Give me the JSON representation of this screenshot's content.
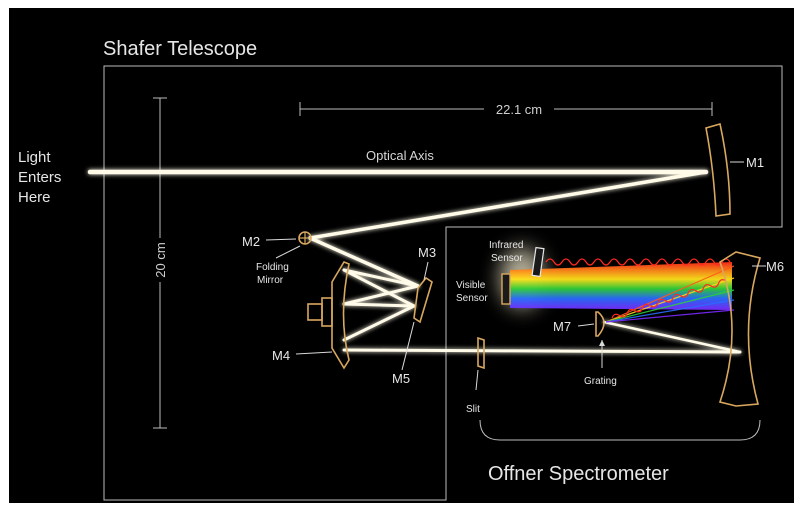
{
  "title": "Shafer Telescope",
  "subtitle": "Offner Spectrometer",
  "light_label": [
    "Light",
    "Enters",
    "Here"
  ],
  "optical_axis": "Optical Axis",
  "dimensions": {
    "width": "22.1 cm",
    "height": "20 cm"
  },
  "mirrors": {
    "m1": "M1",
    "m2": "M2",
    "m3": "M3",
    "m4": "M4",
    "m5": "M5",
    "m6": "M6",
    "m7": "M7"
  },
  "component_labels": {
    "folding_mirror": [
      "Folding",
      "Mirror"
    ],
    "infrared_sensor": [
      "Infrared",
      "Sensor"
    ],
    "visible_sensor": [
      "Visible",
      "Sensor"
    ],
    "grating": "Grating",
    "slit": "Slit"
  },
  "colors": {
    "background": "#000000",
    "outline": "#bdbdbd",
    "mirror": "#d9a85e",
    "beam": "#fffbe8",
    "infrared_wave": "#ff2a20"
  }
}
